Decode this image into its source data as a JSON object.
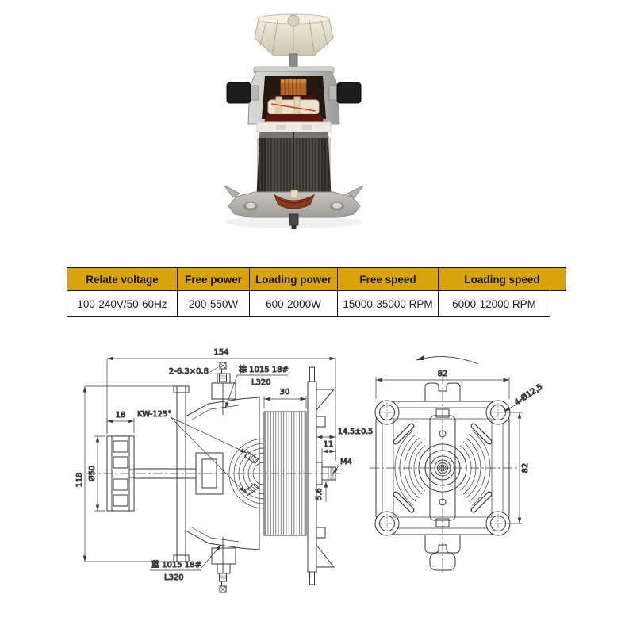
{
  "photo": {
    "name": "universal-motor-product-photo"
  },
  "colors": {
    "table_header_bg": "#D9A40A",
    "table_border": "#161616",
    "drawing_line": "#3a3a3a",
    "page_bg": "#ffffff"
  },
  "spec_table": {
    "columns": [
      {
        "header": "Relate voltage",
        "value": "100-240V/50-60Hz"
      },
      {
        "header": "Free power",
        "value": "200-550W"
      },
      {
        "header": "Loading power",
        "value": "600-2000W"
      },
      {
        "header": "Free speed",
        "value": "15000-35000 RPM"
      },
      {
        "header": "Loading speed",
        "value": "6000-12000 RPM"
      }
    ]
  },
  "side_view": {
    "overall_length": "154",
    "terminal_label": "2-6.3×0.8",
    "wire_top_label": "棕 1015 18#",
    "wire_top_length": "L320",
    "brush_angle_label": "KW-125°",
    "stator_width": "30",
    "fan_width": "18",
    "fan_diameter": "Ø50",
    "overall_height": "118",
    "shaft_extension": "14.5±0.5",
    "thread_length": "11",
    "thread_label": "M4",
    "shaft_step": "5.6",
    "wire_bottom_label": "蓝 1015 18#",
    "wire_bottom_length": "L320"
  },
  "end_view": {
    "width": "82",
    "height": "82",
    "holes_label": "4-Ø12,5"
  }
}
